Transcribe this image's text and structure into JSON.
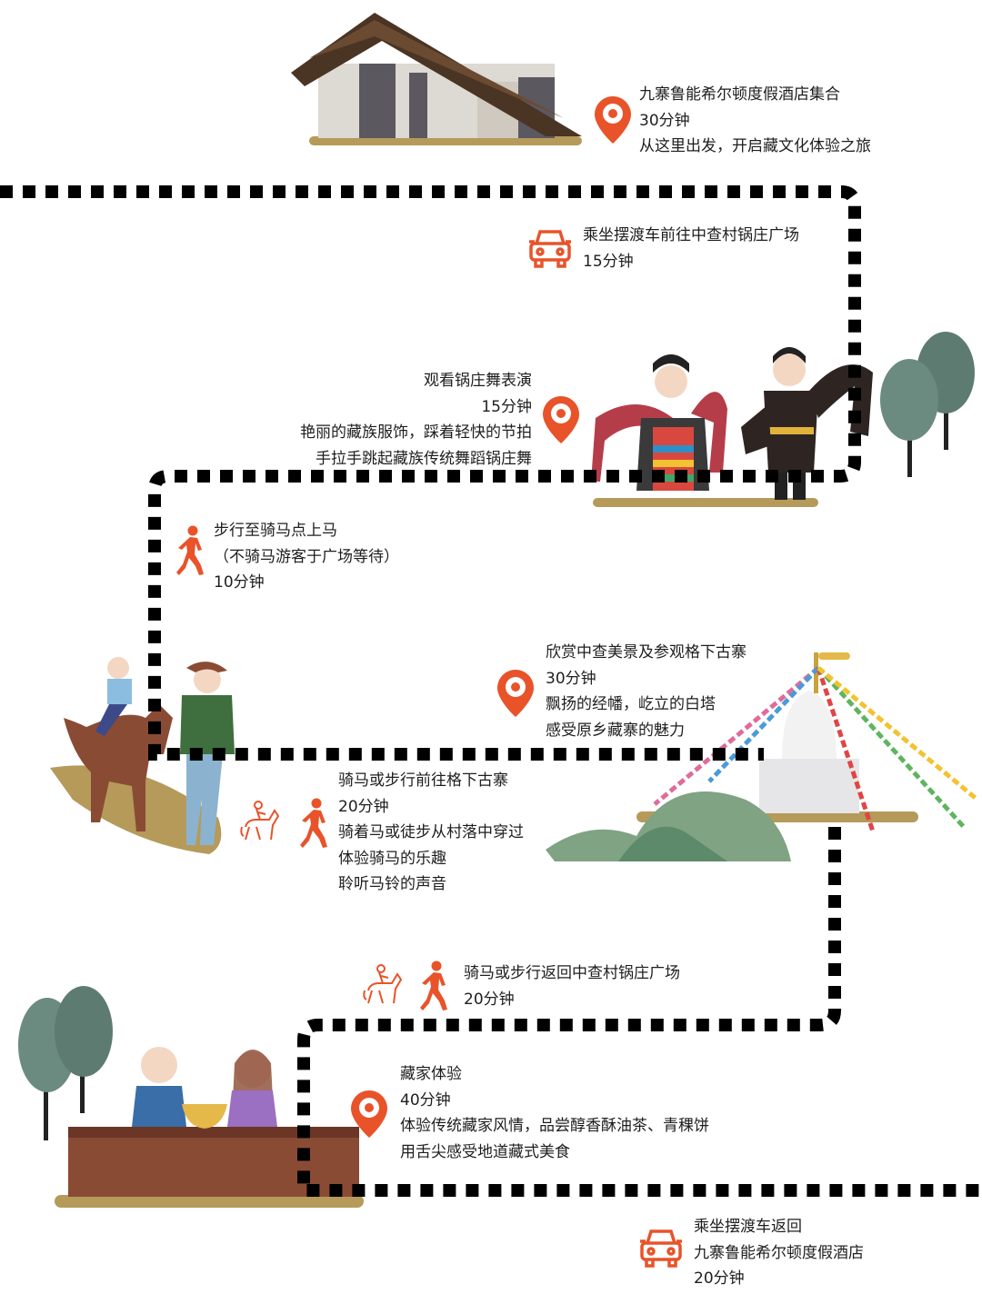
{
  "colors": {
    "accent": "#e8532a",
    "accent_light": "#f28a2e",
    "path": "#000000",
    "text": "#1e1e1e",
    "tree": "#5e7b72",
    "mountain": "#7fa383"
  },
  "steps": [
    {
      "icon": "map-pin-icon",
      "lines": [
        "九寨鲁能希尔顿度假酒店集合",
        "30分钟",
        "从这里出发，开启藏文化体验之旅"
      ]
    },
    {
      "icon": "car-icon",
      "lines": [
        "乘坐摆渡车前往中查村锅庄广场",
        "15分钟"
      ]
    },
    {
      "icon": "map-pin-icon",
      "lines": [
        "观看锅庄舞表演",
        "15分钟",
        "艳丽的藏族服饰，踩着轻快的节拍",
        "手拉手跳起藏族传统舞蹈锅庄舞"
      ]
    },
    {
      "icon": "walking-person-icon",
      "lines": [
        "步行至骑马点上马",
        "（不骑马游客于广场等待）",
        "10分钟"
      ]
    },
    {
      "icon": "map-pin-icon",
      "lines": [
        "欣赏中查美景及参观格下古寨",
        "30分钟",
        "飘扬的经幡，屹立的白塔",
        "感受原乡藏寨的魅力"
      ]
    },
    {
      "icon": "horse-rider-icon",
      "lines": [
        "骑马或步行前往格下古寨",
        "20分钟",
        "骑着马或徒步从村落中穿过",
        "体验骑马的乐趣",
        "聆听马铃的声音"
      ]
    },
    {
      "icon": "horse-rider-icon",
      "lines": [
        "骑马或步行返回中查村锅庄广场",
        "20分钟"
      ]
    },
    {
      "icon": "map-pin-icon",
      "lines": [
        "藏家体验",
        "40分钟",
        "体验传统藏家风情，品尝醇香酥油茶、青稞饼",
        "用舌尖感受地道藏式美食"
      ]
    },
    {
      "icon": "car-icon",
      "lines": [
        "乘坐摆渡车返回",
        "九寨鲁能希尔顿度假酒店",
        "20分钟"
      ]
    }
  ]
}
